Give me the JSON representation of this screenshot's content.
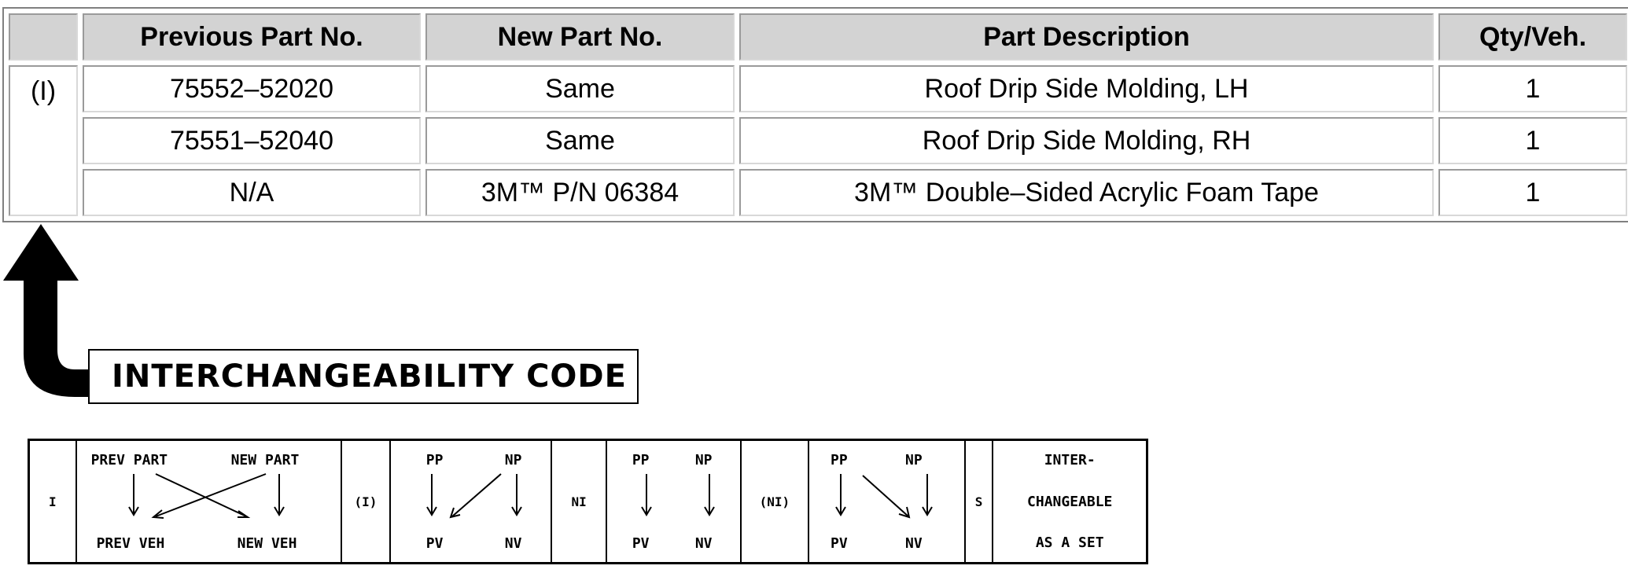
{
  "parts_table": {
    "headers": [
      "",
      "Previous Part No.",
      "New Part No.",
      "Part Description",
      "Qty/Veh."
    ],
    "interchange_code": "(I)",
    "rows": [
      {
        "previous": "75552–52020",
        "new": "Same",
        "description": "Roof Drip Side Molding, LH",
        "qty": "1"
      },
      {
        "previous": "75551–52040",
        "new": "Same",
        "description": "Roof Drip Side Molding, RH",
        "qty": "1"
      },
      {
        "previous": "N/A",
        "new": "3M™ P/N 06384",
        "description": "3M™ Double–Sided Acrylic Foam Tape",
        "qty": "1"
      }
    ]
  },
  "code_label": "INTERCHANGEABILITY CODE",
  "legend": {
    "codes": [
      "I",
      "(I)",
      "NI",
      "(NI)",
      "S"
    ],
    "prev_part": "PREV PART",
    "new_part": "NEW PART",
    "prev_veh": "PREV VEH",
    "new_veh": "NEW VEH",
    "pp": "PP",
    "np": "NP",
    "pv": "PV",
    "nv": "NV",
    "inter_lines": [
      "INTER-",
      "CHANGEABLE",
      "AS A SET"
    ]
  }
}
